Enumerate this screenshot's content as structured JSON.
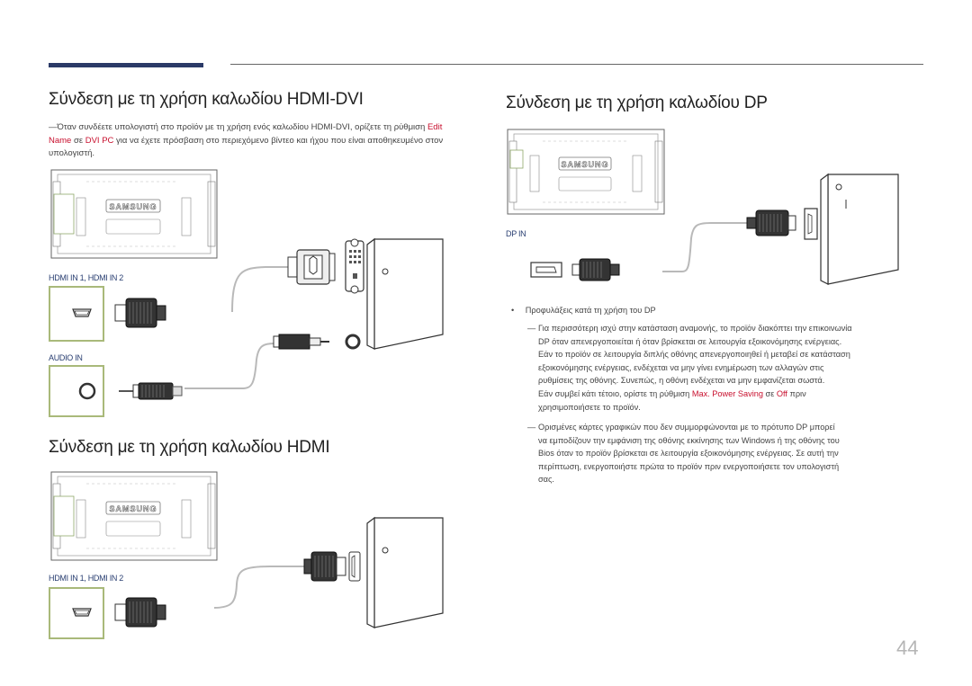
{
  "sections": {
    "hdmi_dvi": {
      "title": "Σύνδεση με τη χρήση καλωδίου HDMI-DVI",
      "note_dash": "―",
      "note_pre": "Όταν συνδέετε υπολογιστή στο προϊόν με τη χρήση ενός καλωδίου HDMI-DVI, ορίζετε τη ρύθμιση ",
      "note_hl1": "Edit Name",
      "note_mid": " σε ",
      "note_hl2": "DVI PC",
      "note_post": " για να έχετε πρόσβαση στο περιεχόμενο βίντεο και ήχου που είναι αποθηκευμένο στον υπολογιστή.",
      "port_hdmi_label": "HDMI IN 1, HDMI IN 2",
      "port_audio_label": "AUDIO IN"
    },
    "hdmi": {
      "title": "Σύνδεση με τη χρήση καλωδίου HDMI",
      "port_hdmi_label": "HDMI IN 1, HDMI IN 2"
    },
    "dp": {
      "title": "Σύνδεση με τη χρήση καλωδίου DP",
      "port_label": "DP IN",
      "bullet_mark": "•",
      "bullet_title": "Προφυλάξεις κατά τη χρήση του DP",
      "note1_dash": "―",
      "note1_line1": "Για περισσότερη ισχύ στην κατάσταση αναμονής, το προϊόν διακόπτει την επικοινωνία",
      "note1_line2": "DP όταν απενεργοποιείται ή όταν βρίσκεται σε λειτουργία εξοικονόμησης ενέργειας.",
      "note1_line3": "Εάν το προϊόν σε λειτουργία διπλής οθόνης απενεργοποιηθεί ή μεταβεί σε κατάσταση",
      "note1_line4": "εξοικονόμησης ενέργειας, ενδέχεται να μην γίνει ενημέρωση των αλλαγών στις",
      "note1_line5": "ρυθμίσεις της οθόνης. Συνεπώς, η οθόνη ενδέχεται να μην εμφανίζεται σωστά.",
      "note1_line6_pre": "Εάν συμβεί κάτι τέτοιο, ορίστε τη ρύθμιση ",
      "note1_hl1": "Max. Power Saving",
      "note1_line6_mid": " σε ",
      "note1_hl2": "Off",
      "note1_line6_post": " πριν",
      "note1_line7": "χρησιμοποιήσετε το προϊόν.",
      "note2_dash": "―",
      "note2_line1": "Ορισμένες κάρτες γραφικών που δεν συμμορφώνονται με το πρότυπο DP μπορεί",
      "note2_line2": "να εμποδίζουν την εμφάνιση της οθόνης εκκίνησης των Windows ή της οθόνης του",
      "note2_line3": "Bios όταν το προϊόν βρίσκεται σε λειτουργία εξοικονόμησης ενέργειας. Σε αυτή την",
      "note2_line4": "περίπτωση, ενεργοποιήστε πρώτα το προϊόν πριν ενεργοποιήσετε τον υπολογιστή",
      "note2_line5": "σας."
    }
  },
  "monitor_brand": "SAMSUNG",
  "page_number": "44",
  "colors": {
    "accent_bar": "#2b3a67",
    "highlight": "#c8102e",
    "port_label": "#2a3f72",
    "port_box_border": "#a9b97a",
    "cable": "#b9b9b9"
  }
}
